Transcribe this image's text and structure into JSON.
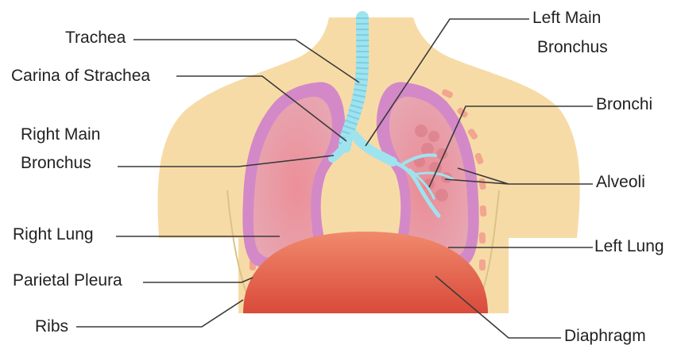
{
  "labels": {
    "trachea": "Trachea",
    "carina": "Carina of Strachea",
    "right_main_bronchus_line1": "Right Main",
    "right_main_bronchus_line2": "Bronchus",
    "right_lung": "Right Lung",
    "parietal_pleura": "Parietal Pleura",
    "ribs": "Ribs",
    "left_main_bronchus_line1": "Left Main",
    "left_main_bronchus_line2": "Bronchus",
    "bronchi": "Bronchi",
    "alveoli": "Alveoli",
    "left_lung": "Left Lung",
    "diaphragm": "Diaphragm"
  },
  "colors": {
    "skin": "#f7dba6",
    "lung_outer": "#cf7fbf",
    "lung_inner": "#e9a2a8",
    "lung_core": "#e78894",
    "trachea": "#9fe3ef",
    "diaphragm": "#e55a47",
    "ribs": "#f2a58f",
    "leader_line": "#3a3a3a"
  }
}
